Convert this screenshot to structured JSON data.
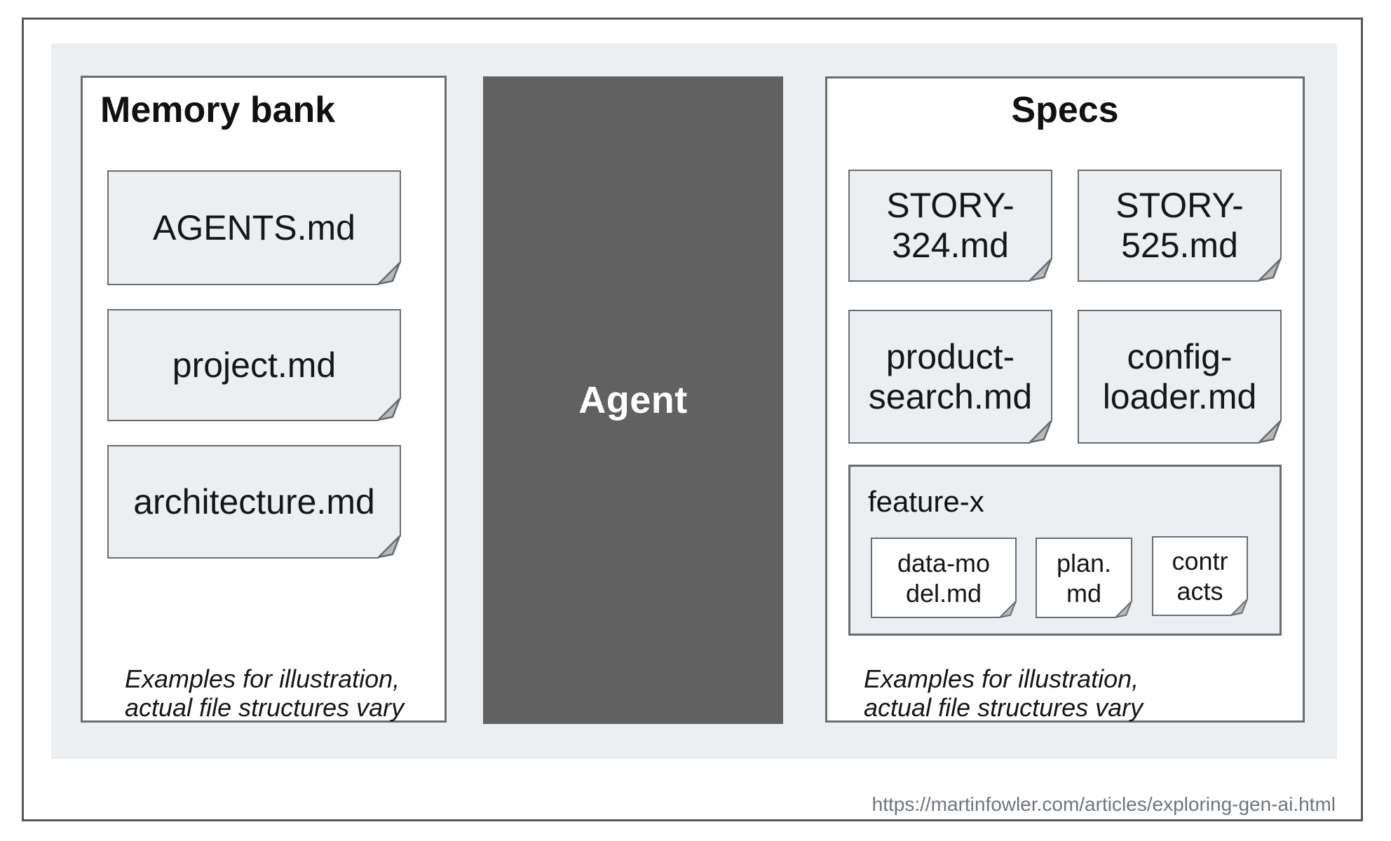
{
  "memory_bank": {
    "title": "Memory bank",
    "files": [
      {
        "label": "AGENTS.md"
      },
      {
        "label": "project.md"
      },
      {
        "label": "architecture.md"
      }
    ],
    "note": "Examples for illustration,\nactual file structures vary"
  },
  "agent": {
    "label": "Agent"
  },
  "specs": {
    "title": "Specs",
    "files": [
      {
        "label": "STORY-\n324.md"
      },
      {
        "label": "STORY-\n525.md"
      },
      {
        "label": "product-\nsearch.md"
      },
      {
        "label": "config-\nloader.md"
      }
    ],
    "folder": {
      "name": "feature-x",
      "files": [
        {
          "label": "data-mo\ndel.md"
        },
        {
          "label": "plan.\nmd"
        },
        {
          "label": "contr\nacts"
        }
      ]
    },
    "note": "Examples for illustration,\nactual file structures vary"
  },
  "footer": {
    "url": "https://martinfowler.com/articles/exploring-gen-ai.html"
  },
  "colors": {
    "panel_bg": "#ebeff2",
    "agent_bg": "#616161",
    "box_border": "#6a6d70",
    "fold_fill": "#b7babc",
    "url_text": "#6f767d"
  }
}
